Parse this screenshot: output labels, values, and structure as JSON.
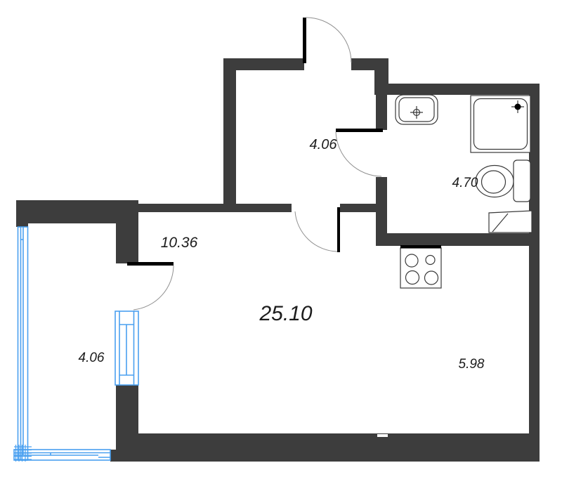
{
  "document": {
    "type": "apartment-floor-plan"
  },
  "colors": {
    "wall": "#3d3d3d",
    "door": "#000000",
    "arc": "#909090",
    "fixture": "#3a3a3a",
    "glazing": "#4aa0f0",
    "text": "#1c1c1c",
    "background": "#ffffff"
  },
  "rooms": {
    "hallway": {
      "area": "4.06"
    },
    "bathroom": {
      "area": "4.70"
    },
    "niche": {
      "area": "10.36"
    },
    "living": {
      "area": "25.10"
    },
    "balcony": {
      "area": "4.06"
    },
    "kitchen": {
      "area": "5.98"
    }
  },
  "fixtures": {
    "sink": "sink",
    "shower": "shower-tray",
    "toilet": "toilet",
    "stove": "stove-4-burners",
    "washer": "washing-machine-symbol",
    "window": "balcony-window",
    "glazing": "balcony-glazing"
  }
}
